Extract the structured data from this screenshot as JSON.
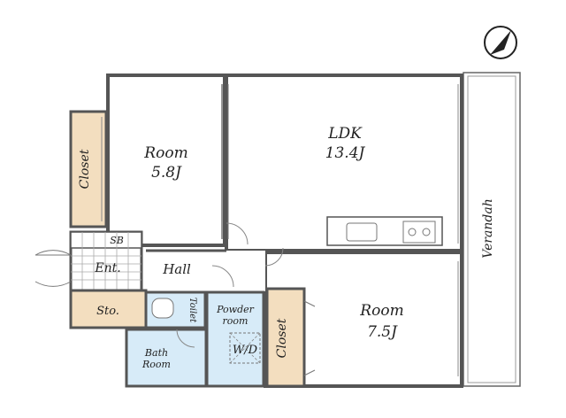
{
  "rooms": {
    "ldk": {
      "name": "LDK",
      "size": "13.4J"
    },
    "room_a": {
      "name": "Room",
      "size": "5.8J"
    },
    "room_b": {
      "name": "Room",
      "size": "7.5J"
    },
    "closet_a": "Closet",
    "closet_b": "Closet",
    "sb": "SB",
    "entrance": "Ent.",
    "hall": "Hall",
    "storage": "Sto.",
    "toilet": "Toilet",
    "powder_room": [
      "Powder",
      "room"
    ],
    "washer": "W/D",
    "bath": [
      "Bath",
      "Room"
    ],
    "verandah": "Verandah"
  },
  "colors": {
    "wall": "#555555",
    "closet_fill": "#f3debf",
    "wet_area_fill": "#d7ebf8",
    "floor_fill": "#ffffff"
  }
}
